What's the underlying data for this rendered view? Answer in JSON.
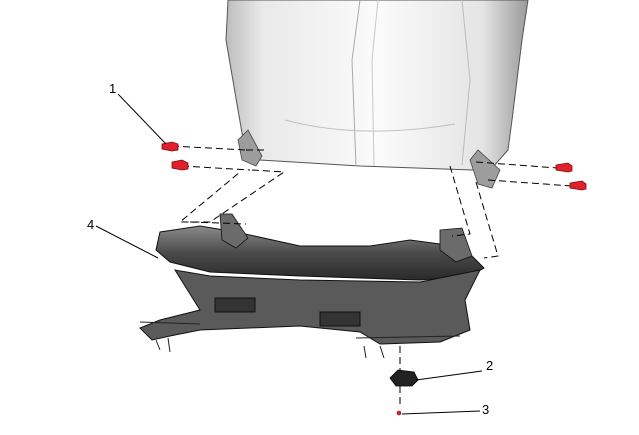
{
  "callouts": [
    {
      "id": "1",
      "label": "1"
    },
    {
      "id": "2",
      "label": "2"
    },
    {
      "id": "3",
      "label": "3"
    },
    {
      "id": "4",
      "label": "4"
    }
  ],
  "icons": {
    "seat-cushion": "seat-cushion-icon",
    "seat-frame": "seat-frame-icon",
    "bolt": "bolt-icon",
    "bracket": "bracket-icon"
  },
  "colors": {
    "bolt": "#e0202a",
    "line": "#000000",
    "cushion": "#e6e6e6"
  }
}
